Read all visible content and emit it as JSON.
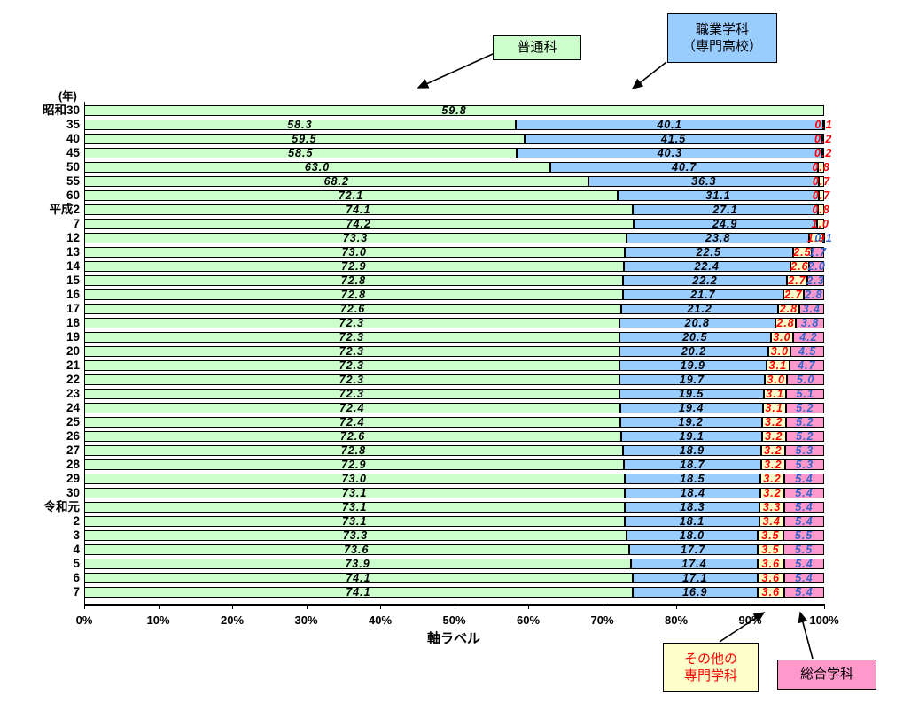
{
  "axis": {
    "title": "軸ラベル",
    "unit": "(年)",
    "ticks": [
      "0%",
      "10%",
      "20%",
      "30%",
      "40%",
      "50%",
      "60%",
      "70%",
      "80%",
      "90%",
      "100%"
    ]
  },
  "callouts": {
    "futsuka": {
      "label": "普通科",
      "bg": "#ccffcc"
    },
    "shokugyo": {
      "line1": "職業学科",
      "line2": "（専門高校）",
      "bg": "#99ccff"
    },
    "sonota": {
      "line1": "その他の",
      "line2": "専門学科",
      "bg": "#ffffcc",
      "text_color": "#ff0000"
    },
    "sogo": {
      "label": "総合学科",
      "bg": "#ff99cc"
    }
  },
  "colors": {
    "futsuka_fill": "#ccffcc",
    "shokugyo_fill": "#99ccff",
    "sonota_fill": "#ffffcc",
    "sogo_fill": "#ff99cc",
    "sonota_label": "#ff0000",
    "sogo_label": "#3366cc",
    "bar_border": "#000000"
  },
  "chart_data": {
    "type": "bar",
    "orientation": "horizontal-stacked",
    "xlim": [
      0,
      100
    ],
    "grid": false,
    "categories": [
      "昭和30",
      "35",
      "40",
      "45",
      "50",
      "55",
      "60",
      "平成2",
      "7",
      "12",
      "13",
      "14",
      "15",
      "16",
      "17",
      "18",
      "19",
      "20",
      "21",
      "22",
      "23",
      "24",
      "25",
      "26",
      "27",
      "28",
      "29",
      "30",
      "令和元",
      "2",
      "3",
      "4",
      "5",
      "6",
      "7"
    ],
    "series": [
      {
        "name": "普通科",
        "color": "#ccffcc",
        "label_color": "#000000",
        "values": [
          "59.8",
          "58.3",
          "59.5",
          "58.5",
          "63.0",
          "68.2",
          "72.1",
          "74.1",
          "74.2",
          "73.3",
          "73.0",
          "72.9",
          "72.8",
          "72.8",
          "72.6",
          "72.3",
          "72.3",
          "72.3",
          "72.3",
          "72.3",
          "72.3",
          "72.4",
          "72.4",
          "72.6",
          "72.8",
          "72.9",
          "73.0",
          "73.1",
          "73.1",
          "73.1",
          "73.3",
          "73.6",
          "73.9",
          "74.1",
          "74.1"
        ]
      },
      {
        "name": "職業学科（専門高校）",
        "color": "#99ccff",
        "label_color": "#000000",
        "values": [
          null,
          "40.1",
          "41.5",
          "40.3",
          "40.7",
          "36.3",
          "31.1",
          "27.1",
          "24.9",
          "23.8",
          "22.5",
          "22.4",
          "22.2",
          "21.7",
          "21.2",
          "20.8",
          "20.5",
          "20.2",
          "19.9",
          "19.7",
          "19.5",
          "19.4",
          "19.2",
          "19.1",
          "18.9",
          "18.7",
          "18.5",
          "18.4",
          "18.3",
          "18.1",
          "18.0",
          "17.7",
          "17.4",
          "17.1",
          "16.9"
        ]
      },
      {
        "name": "その他の専門学科",
        "color": "#ffffcc",
        "label_color": "#ff0000",
        "values": [
          null,
          "0.1",
          "0.2",
          "0.2",
          "0.8",
          "0.7",
          "0.7",
          "0.8",
          "1.0",
          "1.9",
          "2.5",
          "2.6",
          "2.7",
          "2.7",
          "2.8",
          "2.8",
          "3.0",
          "3.0",
          "3.1",
          "3.0",
          "3.1",
          "3.1",
          "3.2",
          "3.2",
          "3.2",
          "3.2",
          "3.2",
          "3.2",
          "3.3",
          "3.4",
          "3.5",
          "3.5",
          "3.6",
          "3.6",
          "3.6"
        ]
      },
      {
        "name": "総合学科",
        "color": "#ff99cc",
        "label_color": "#3366cc",
        "values": [
          null,
          null,
          null,
          null,
          null,
          null,
          null,
          null,
          null,
          "0.1",
          "1.7",
          "2.0",
          "2.3",
          "2.8",
          "3.4",
          "3.8",
          "4.2",
          "4.5",
          "4.7",
          "5.0",
          "5.1",
          "5.2",
          "5.2",
          "5.2",
          "5.3",
          "5.3",
          "5.4",
          "5.4",
          "5.4",
          "5.4",
          "5.5",
          "5.5",
          "5.4",
          "5.4",
          "5.4"
        ]
      }
    ]
  }
}
